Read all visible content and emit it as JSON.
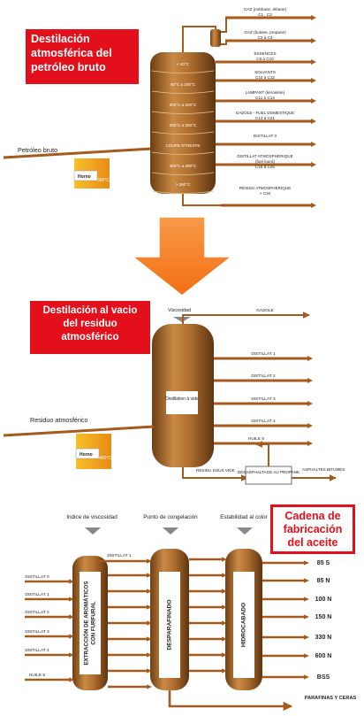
{
  "colors": {
    "accent": "#e3101c",
    "column": "#b06f2f",
    "column_dark": "#6f3e14",
    "arrow": "#a65a1b",
    "big_arrow": "#f47a20",
    "furnace": "#f0a01f"
  },
  "section1": {
    "title": "Destilación atmosférica del petróleo bruto",
    "input": "Petróleo bruto",
    "furnace": "Horno",
    "furnace_temp": "360°C",
    "column_bands": [
      "< 40°C",
      "80°C a 200°C",
      "200°C a 300°C",
      "260°C a 350°C",
      "COUPE STRESTE",
      "350°C a 380°C",
      "> 380°C"
    ],
    "outputs": [
      {
        "l1": "GAZ (méthane, éthane)",
        "l2": "C1 , C2"
      },
      {
        "l1": "GAZ (butane, propane)",
        "l2": "C3 à C4"
      },
      {
        "l1": "ESSENCES",
        "l2": "C5 à C10"
      },
      {
        "l1": "SOLVANTS",
        "l2": "C10 à C12"
      },
      {
        "l1": "LAMPANT (kérosène)",
        "l2": "C11 à C14"
      },
      {
        "l1": "GAZOLE - FUEL DOMESTIQUE",
        "l2": "C13 à C21"
      },
      {
        "l1": "DISTILLAT 0",
        "l2": ""
      },
      {
        "l1": "DISTILLAT ATMOSPHÉRIQUE",
        "l2": "(fuel lourd)",
        "l3": "C16 à C25"
      },
      {
        "l1": "RÉSIDU ATMOSPHÉRIQUE",
        "l2": "> C20"
      }
    ]
  },
  "section2": {
    "title": "Destilación al vacio del residuo atmosférico",
    "column_label": "Distillation à vide",
    "viscosity": "Viscosidad",
    "input": "Residuo atmosférico",
    "furnace": "Horno",
    "furnace_temp": "400°C",
    "outputs": [
      "GAZOLE",
      "DISTILLAT 1",
      "DISTILLAT 2",
      "DISTILLAT 3",
      "DISTILLAT 4",
      "HUILE 5"
    ],
    "residue": "RÉSIDU SOUS VIDE",
    "deasphalt": "DÉSASPHALTAGE AU PROPANE",
    "asphalts": "ASPHALTES BITUMES"
  },
  "section3": {
    "title": "Cadena de fabricación del aceite",
    "h1": "Indice de viscosidad",
    "h2": "Punto de congelación",
    "h3": "Estabilidad al color",
    "col1": "EXTRACCIÓN DE AROMÁTICOS CON FURFURAL",
    "col2": "DESPARAFINADO",
    "col3": "HIDROCABADO",
    "inputs": [
      "DISTILLAT 0",
      "DISTILLAT 1",
      "DISTILLAT 2",
      "DISTILLAT 3",
      "DISTILLAT 4",
      "HUILE 5"
    ],
    "distillat1_top": "DISTILLAT 1",
    "products": [
      "85 S",
      "85 N",
      "100 N",
      "150 N",
      "330 N",
      "600 N",
      "BSS"
    ],
    "waxes": "PARAFINAS Y CERAS"
  }
}
